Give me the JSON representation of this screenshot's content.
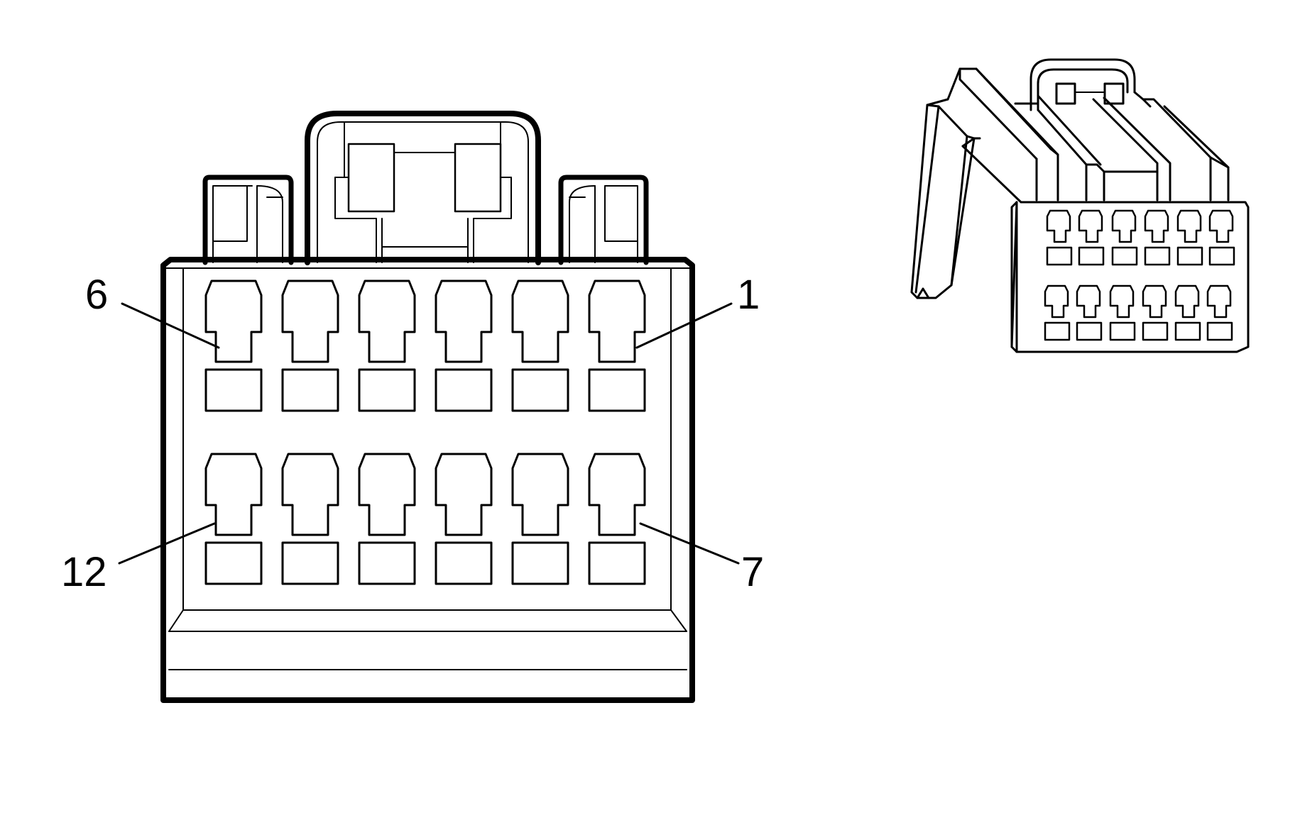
{
  "diagram": {
    "pin_callouts": [
      {
        "id": "pin-6-label",
        "text": "6"
      },
      {
        "id": "pin-1-label",
        "text": "1"
      },
      {
        "id": "pin-12-label",
        "text": "12"
      },
      {
        "id": "pin-7-label",
        "text": "7"
      }
    ],
    "front_view": {
      "rows": 2,
      "cavities_per_row": 6
    },
    "iso_view": {
      "rows": 2,
      "cavities_per_row": 6
    },
    "colors": {
      "line": "#000000",
      "background": "#ffffff"
    }
  }
}
